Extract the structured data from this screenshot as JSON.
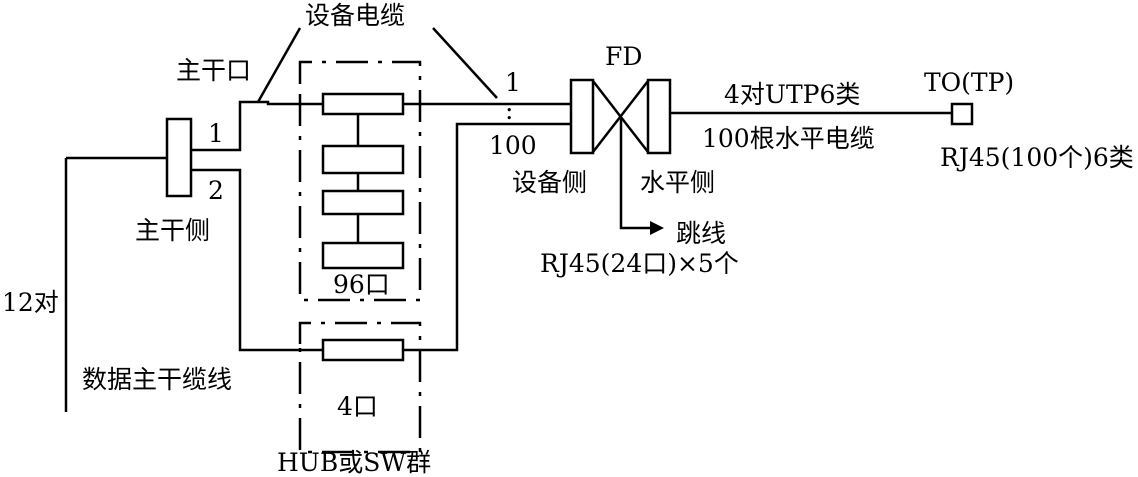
{
  "labels": {
    "equipment_cable": "设备电缆",
    "trunk_port": "主干口",
    "port_1": "1",
    "port_2": "2",
    "trunk_side": "主干侧",
    "pairs_12": "12对",
    "data_trunk_cable": "数据主干缆线",
    "ports_96": "96口",
    "ports_4": "4口",
    "hub_sw": "HUB或SW群",
    "fd": "FD",
    "line_1": "1",
    "line_dots": ":",
    "line_100": "100",
    "equipment_side": "设备侧",
    "horizontal_side": "水平侧",
    "patch_cord": "跳线",
    "rj45_24x5": "RJ45(24口)×5个",
    "utp6": "4对UTP6类",
    "horizontal_cable": "100根水平电缆",
    "to_tp": "TO(TP)",
    "rj45_100": "RJ45(100个)6类"
  }
}
